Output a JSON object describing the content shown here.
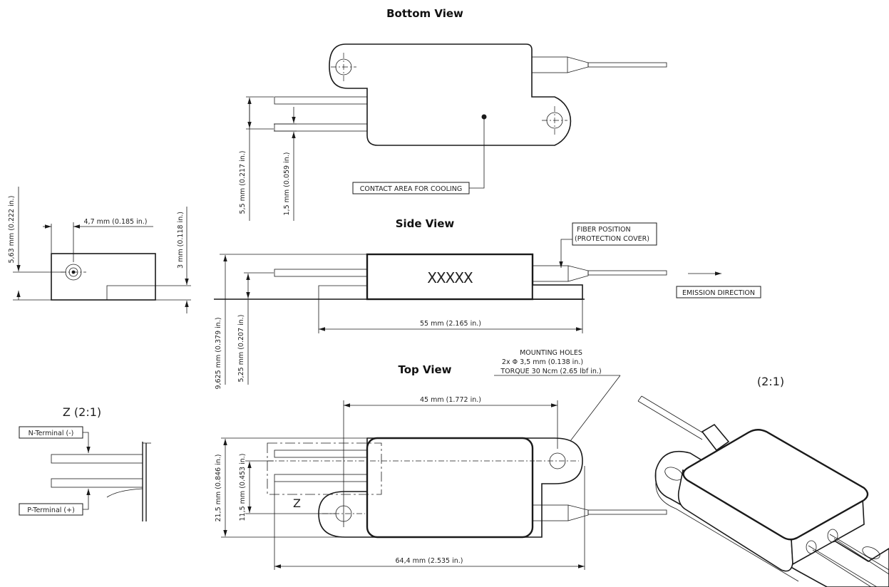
{
  "views": {
    "bottom_title": "Bottom View",
    "side_title": "Side View",
    "top_title": "Top View"
  },
  "callouts": {
    "contact_area": "CONTACT AREA FOR COOLING",
    "fiber_position_1": "FIBER POSITION",
    "fiber_position_2": "(PROTECTION COVER)",
    "emission_direction": "EMISSION DIRECTION",
    "mounting_holes_1": "MOUNTING HOLES",
    "mounting_holes_2": "2x Φ 3,5 mm (0.138 in.)",
    "mounting_holes_3": "TORQUE 30 Ncm (2.65 lbf in.)",
    "n_terminal": "N-Terminal (-)",
    "p_terminal": "P-Terminal (+)",
    "detail_z": "Z (2:1)",
    "z_marker": "Z",
    "iso_scale": "(2:1)",
    "body_marking": "XXXXX"
  },
  "dimensions": {
    "bottom_pin_pitch": "5,5 mm (0.217 in.)",
    "bottom_pin_width": "1,5 mm (0.059 in.)",
    "end_height": "5,63 mm (0.222 in.)",
    "end_width": "4,7 mm (0.185 in.)",
    "end_step": "3 mm (0.118 in.)",
    "side_length": "55 mm (2.165 in.)",
    "side_height": "9,625 mm (0.379 in.)",
    "side_pin_height": "5,25 mm (0.207 in.)",
    "top_hole_pitch": "45 mm (1.772 in.)",
    "top_width": "21,5 mm (0.846 in.)",
    "top_pin_span": "11,5 mm (0.453 in.)",
    "top_overall_length": "64,4 mm (2.535 in.)"
  }
}
